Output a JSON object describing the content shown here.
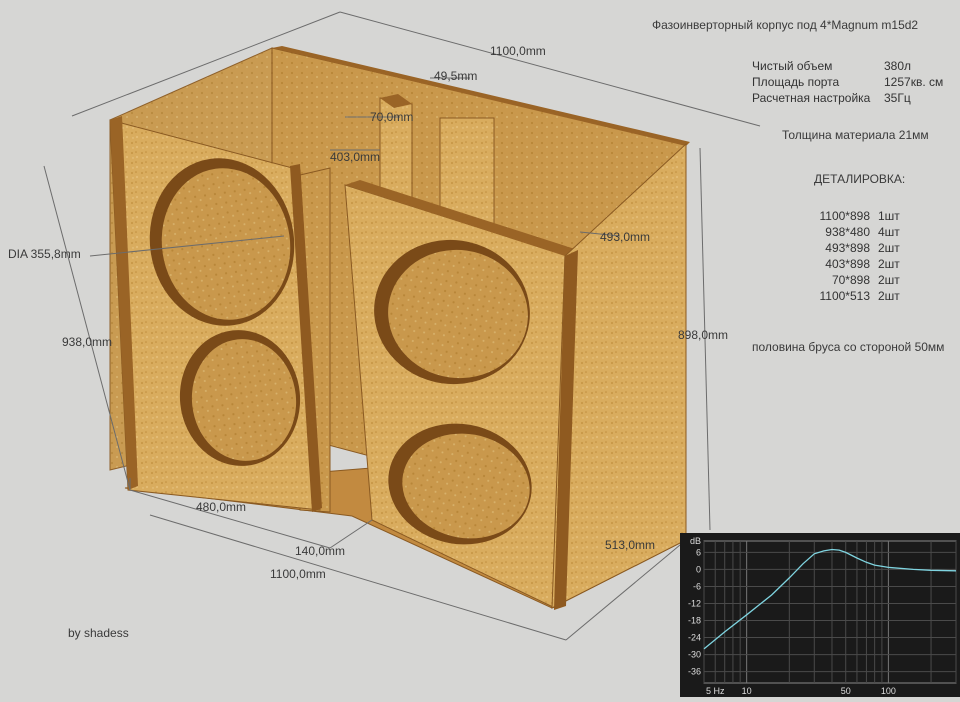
{
  "title": "Фазоинверторный корпус под 4*Magnum m15d2",
  "specs": [
    {
      "label": "Чистый объем",
      "value": "380л"
    },
    {
      "label": "Площадь порта",
      "value": "1257кв. см"
    },
    {
      "label": "Расчетная настройка",
      "value": "35Гц"
    }
  ],
  "thickness": "Толщина материала  21мм",
  "details_title": "ДЕТАЛИРОВКА:",
  "parts": [
    {
      "dim": "1100*898",
      "qty": "1шт"
    },
    {
      "dim": "938*480",
      "qty": "4шт"
    },
    {
      "dim": "493*898",
      "qty": "2шт"
    },
    {
      "dim": "403*898",
      "qty": "2шт"
    },
    {
      "dim": "70*898",
      "qty": "2шт"
    },
    {
      "dim": "1100*513",
      "qty": "2шт"
    }
  ],
  "bar_note": "половина бруса со стороной 50мм",
  "dimensions": {
    "top_length": "1100,0mm",
    "port_gap": "49,5mm",
    "port_width": "70,0mm",
    "port_depth": "403,0mm",
    "inner_depth": "493,0mm",
    "driver_dia": "DIA 355,8mm",
    "height_front": "938,0mm",
    "height_back": "898,0mm",
    "front_width": "480,0mm",
    "port_slot": "140,0mm",
    "bottom_length": "1100,0mm",
    "side_depth": "513,0mm"
  },
  "author": "by shadess",
  "chart_data": {
    "type": "line",
    "xlabel": "Hz",
    "ylabel": "dB",
    "x_scale": "log",
    "xlim": [
      5,
      300
    ],
    "ylim": [
      -40,
      10
    ],
    "x_ticks": [
      "5 Hz",
      "10",
      "50",
      "100"
    ],
    "y_ticks": [
      "dB",
      "6",
      "0",
      "-6",
      "-12",
      "-18",
      "-24",
      "-30",
      "-36"
    ],
    "series": [
      {
        "x": [
          5,
          7,
          10,
          15,
          20,
          25,
          30,
          35,
          40,
          45,
          50,
          60,
          70,
          80,
          100,
          150,
          200,
          300
        ],
        "values": [
          -28,
          -22,
          -16,
          -9,
          -3,
          2,
          5.5,
          6.5,
          7,
          6.8,
          6,
          4,
          2.5,
          1.5,
          0.7,
          0,
          -0.3,
          -0.5
        ]
      }
    ],
    "grid": true,
    "line_color": "#7fd4e0",
    "background": "#1a1a1a"
  },
  "colors": {
    "background": "#d6d6d4",
    "panel_face": "#d9a85a",
    "panel_edge": "#8a5a22",
    "dimension_line": "#6c6c6c"
  }
}
